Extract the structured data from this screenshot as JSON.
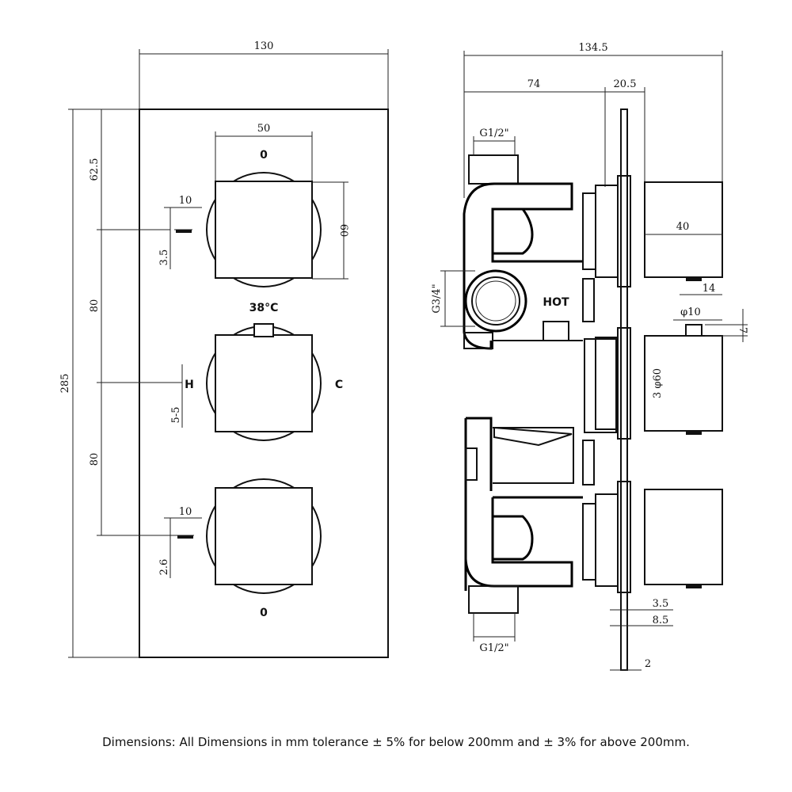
{
  "front_view": {
    "overall_width": "130",
    "overall_height": "285",
    "handle_width": "50",
    "handle_height": "60",
    "top_offset": "62.5",
    "spacing_1": "80",
    "spacing_2": "80",
    "upper_detail_width": "10",
    "upper_detail_height": "3.5",
    "middle_detail_height": "5-5",
    "lower_detail_width": "10",
    "lower_detail_height": "2.6",
    "top_handle_mark": "0",
    "bottom_handle_mark": "0",
    "temperature_mark": "38°C",
    "hot_mark": "H",
    "cold_mark": "C"
  },
  "side_view": {
    "overall_depth": "134.5",
    "body_depth": "74",
    "plate_to_handle": "20.5",
    "top_inlet": "G1/2\"",
    "bottom_outlet": "G1/2\"",
    "hot_inlet": "G3/4\"",
    "hot_label": "HOT",
    "handle_length": "40",
    "pin_offset": "14",
    "pin_diameter": "φ10",
    "pin_height": "7",
    "handle_diameter_note": "3 φ60",
    "plate_thickness_a": "3.5",
    "plate_thickness_b": "8.5",
    "plate_thickness_c": "2"
  },
  "footer_note": "Dimensions: All Dimensions in mm tolerance ± 5% for below 200mm and ± 3% for above 200mm."
}
